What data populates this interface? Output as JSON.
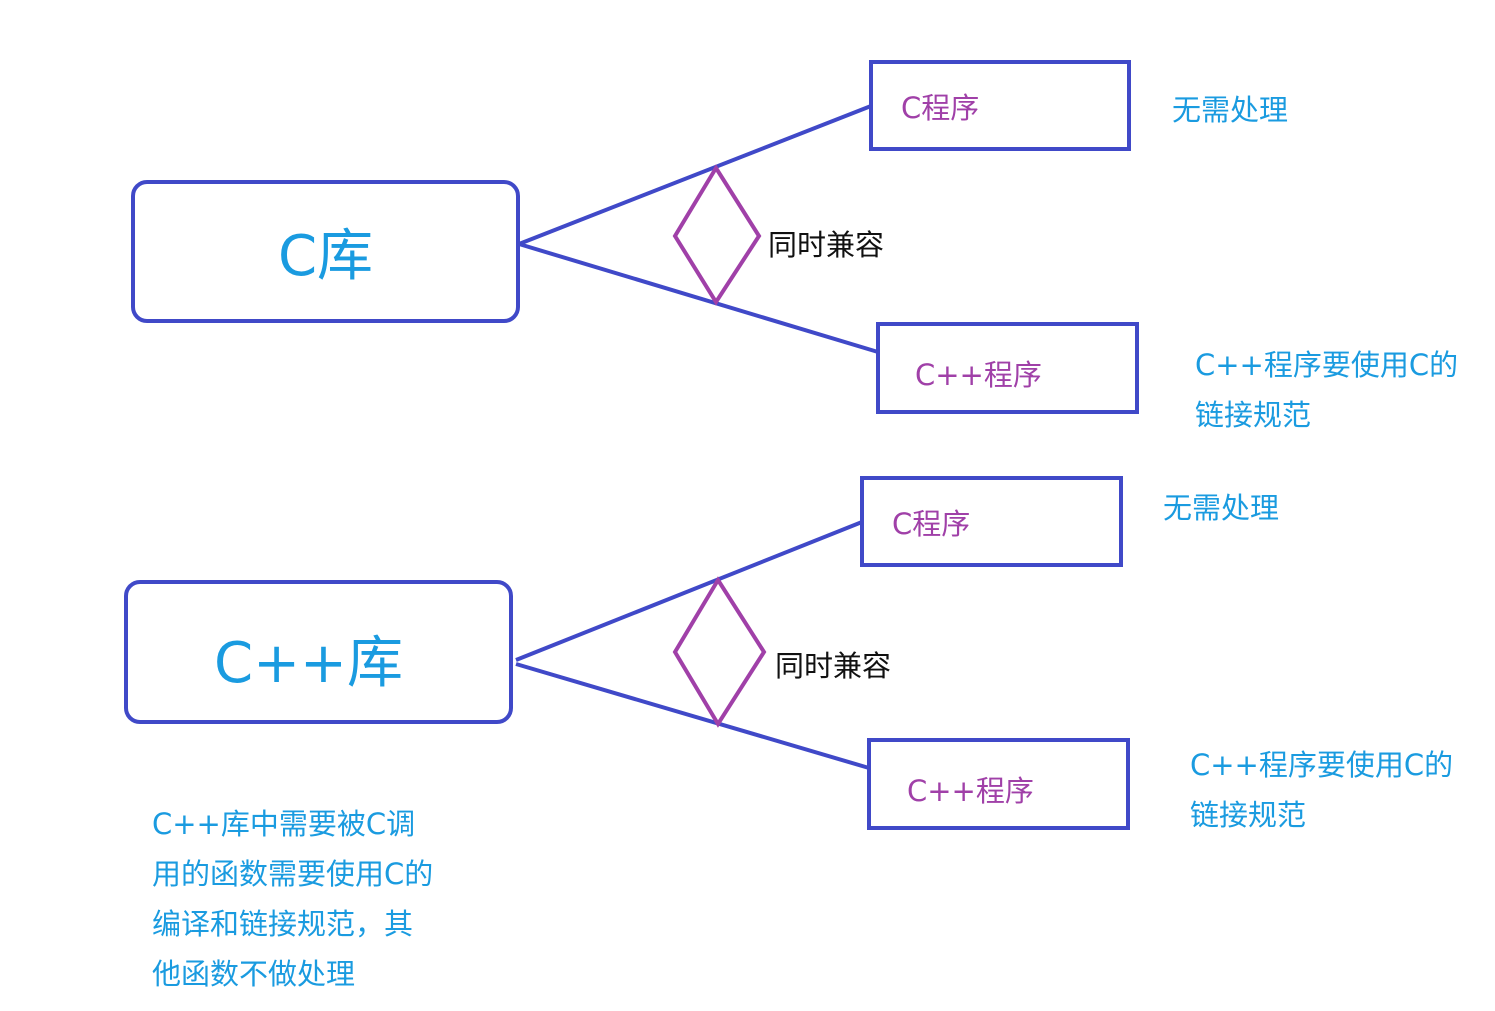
{
  "colors": {
    "box_border": "#4049C8",
    "connector": "#4049C8",
    "diamond": "#A040A8",
    "library_text": "#1A9BE0",
    "program_text": "#A040A8",
    "note_text": "#1A9BE0",
    "label_text": "#111111"
  },
  "top_group": {
    "library": "C库",
    "program_c": "C程序",
    "program_cpp": "C++程序",
    "compat_label": "同时兼容",
    "note_c": "无需处理",
    "note_cpp_lines": [
      "C++程序要使用C的",
      "链接规范"
    ]
  },
  "bottom_group": {
    "library": "C++库",
    "program_c": "C程序",
    "program_cpp": "C++程序",
    "compat_label": "同时兼容",
    "note_c": "无需处理",
    "note_cpp_lines": [
      "C++程序要使用C的",
      "链接规范"
    ]
  },
  "footnote_lines": [
    "C++库中需要被C调",
    "用的函数需要使用C的",
    "编译和链接规范，其",
    "他函数不做处理"
  ]
}
